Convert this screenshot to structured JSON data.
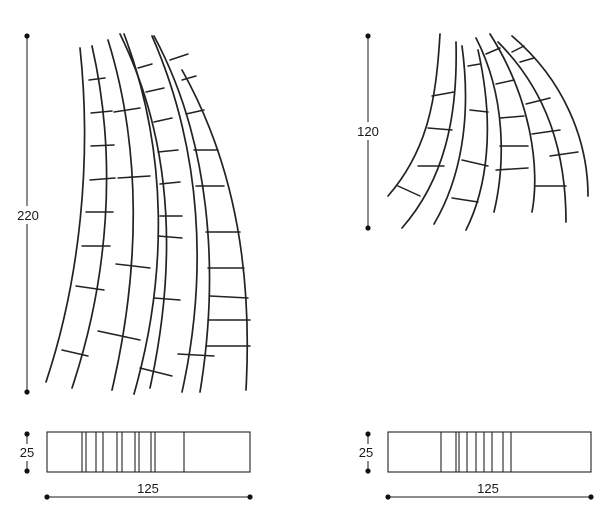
{
  "large_unit": {
    "height_label": "220",
    "depth_label": "25",
    "width_label": "125"
  },
  "small_unit": {
    "height_label": "120",
    "depth_label": "25",
    "width_label": "125"
  },
  "colors": {
    "line": "#222222",
    "background": "#ffffff"
  }
}
